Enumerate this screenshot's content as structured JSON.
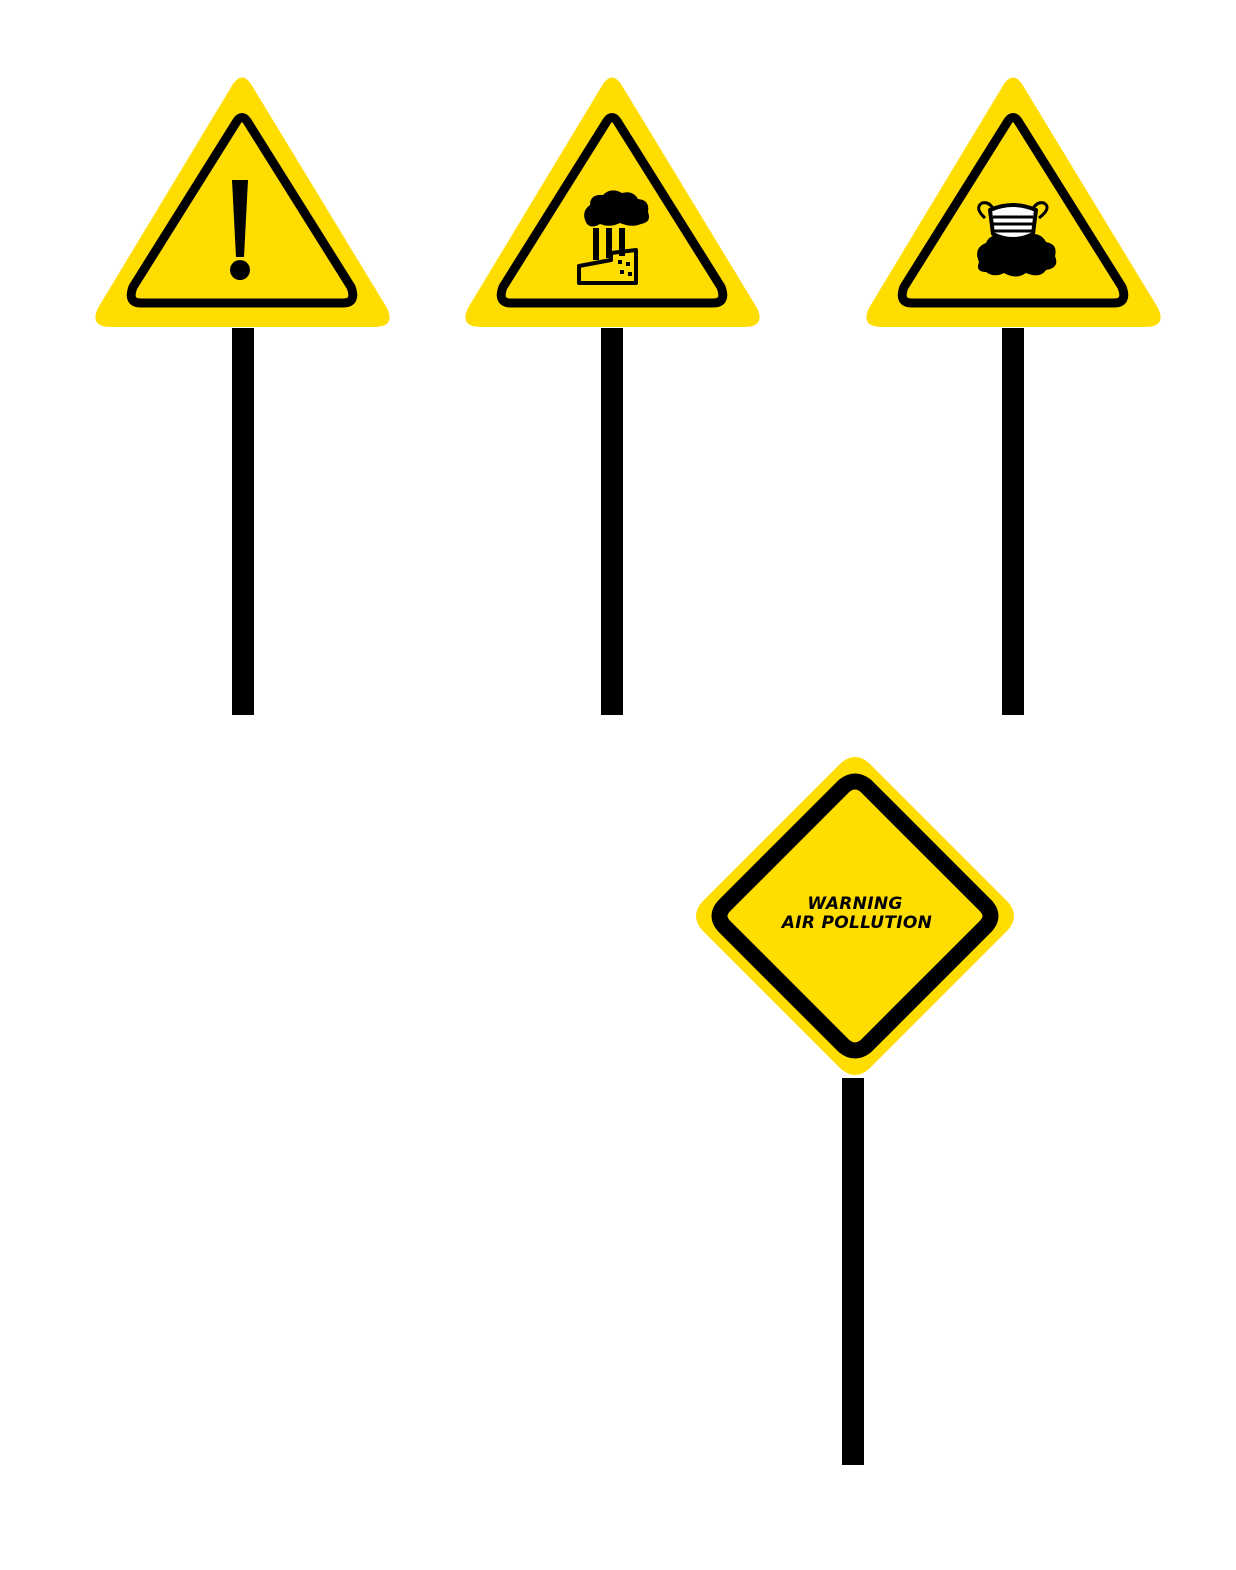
{
  "colors": {
    "background": "#ffffff",
    "sign_yellow": "#FFDD00",
    "ink": "#000000"
  },
  "signs": [
    {
      "id": "general-warning",
      "shape": "triangle",
      "icon": "exclamation-icon"
    },
    {
      "id": "factory-pollution",
      "shape": "triangle",
      "icon": "factory-smoke-icon"
    },
    {
      "id": "mask-smog",
      "shape": "triangle",
      "icon": "face-mask-smog-icon"
    },
    {
      "id": "air-pollution-warning",
      "shape": "diamond",
      "text_line1": "WARNING",
      "text_line2": "AIR POLLUTION"
    }
  ]
}
